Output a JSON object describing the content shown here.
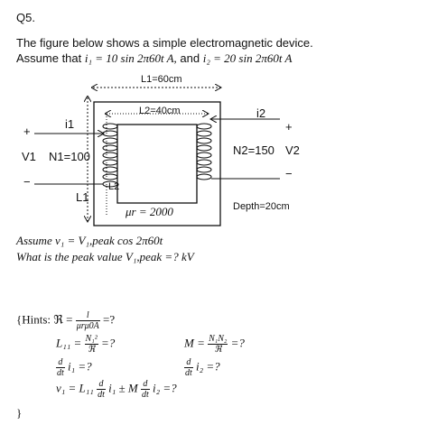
{
  "question": {
    "number": "Q5.",
    "line1": "The figure below shows a simple electromagnetic device.",
    "line2_prefix": "Assume that",
    "i1_expr": "i₁ = 10 sin 2π60t A,",
    "and_word": "and",
    "i2_expr": "i₂ = 20 sin 2π60t A"
  },
  "figure": {
    "L1_label": "L1=60cm",
    "L2_label": "L2=40cm",
    "i1_label": "i1",
    "i2_label": "i2",
    "plus_left": "+",
    "minus_left": "−",
    "plus_right": "+",
    "minus_right": "−",
    "V1_label": "V1",
    "N1_label": "N1=100",
    "N2_label": "N2=150",
    "V2_label": "V2",
    "L1_side": "L1",
    "L2_side": "L2",
    "mu_label": "μr = 2000",
    "depth_label": "Depth=20cm"
  },
  "assume": {
    "line1": "Assume v₁ = V₁,peak cos 2π60t",
    "line2": "What is the peak value V₁,peak =? kV"
  },
  "hints": {
    "open": "{Hints:",
    "R_lhs": "ℜ =",
    "R_num": "l",
    "R_den": "μrμ0A",
    "R_tail": "=?",
    "L11_lhs": "L₁₁ =",
    "L11_num": "N₁²",
    "L11_den": "ℜ",
    "L11_tail": "=?",
    "M_lhs": "M =",
    "M_num": "N₁N₂",
    "M_den": "ℜ",
    "M_tail": "=?",
    "d_num": "d",
    "dt_den": "dt",
    "di1_tail": "i₁ =?",
    "di2_tail": "i₂ =?",
    "v1_lhs": "v₁ = L₁₁",
    "v1_mid": "i₁ ± M",
    "v1_tail": "i₂ =?",
    "close": "}"
  },
  "colors": {
    "ink": "#111111",
    "core_fill": "#ffffff"
  }
}
